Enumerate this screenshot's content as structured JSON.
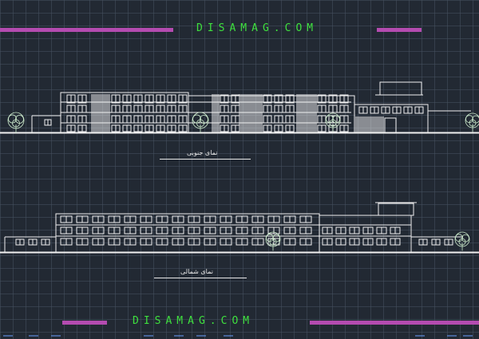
{
  "watermark": {
    "text": "DISAMAG.COM",
    "top_text": "DISAMAG.COM",
    "bottom_text": "DISAMAG.COM"
  },
  "captions": {
    "south_elevation": "نمای جنوبی",
    "north_elevation": "نمای شمالی"
  },
  "colors": {
    "background": "#222933",
    "grid": "#465260",
    "linework": "#f0f0f0",
    "brand_text": "#3ee03e",
    "accent_bar": "#b44bb0",
    "tree": "#cfeecf"
  }
}
